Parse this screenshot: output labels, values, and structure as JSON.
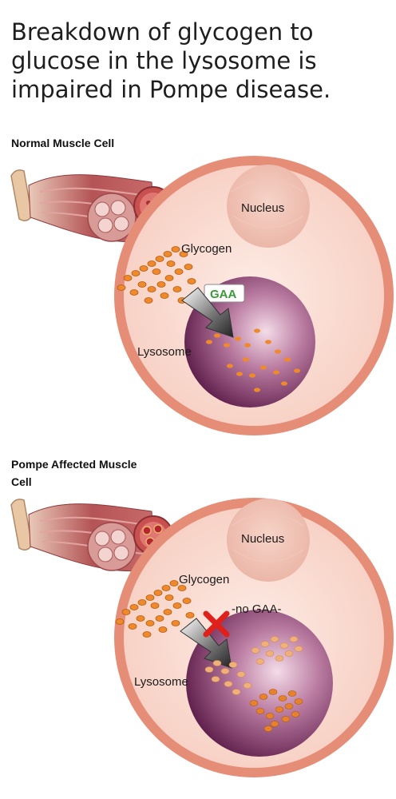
{
  "title": "Breakdown of glycogen to glucose in the lysosome is impaired in Pompe disease.",
  "panels": [
    {
      "heading": "Normal Muscle Cell",
      "labels": {
        "nucleus": "Nucleus",
        "glycogen": "Glycogen",
        "enzyme": "GAA",
        "lysosome": "Lysosome"
      }
    },
    {
      "heading": "Pompe Affected Muscle Cell",
      "labels": {
        "nucleus": "Nucleus",
        "glycogen": "Glycogen",
        "enzyme": "-no GAA-",
        "lysosome": "Lysosome"
      }
    }
  ],
  "colors": {
    "cell_membrane": "#e58d77",
    "cytoplasm": "#fbe3da",
    "lysosome": "#7e3466",
    "glycogen": "#ee8a2a",
    "enzyme_label": "#3a9a3a",
    "blocked_marker": "#e0201a"
  }
}
